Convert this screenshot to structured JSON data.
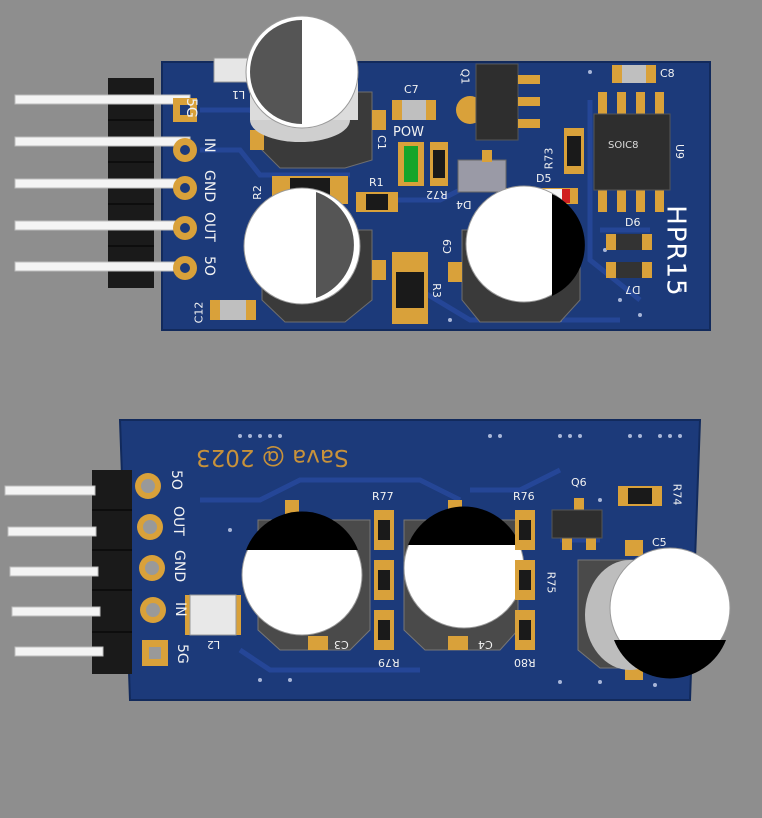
{
  "top_board": {
    "pin_labels": [
      "5G",
      "IN",
      "GND",
      "OUT",
      "5O"
    ],
    "refs": {
      "L1": "L1",
      "C7": "C7",
      "Q1": "Q1",
      "C8": "C8",
      "POW": "POW",
      "C1": "C1",
      "R73": "R73",
      "SOIC8": "SOIC8",
      "U9": "U9",
      "R2": "R2",
      "R1": "R1",
      "R72": "R72",
      "D5": "D5",
      "D4": "D4",
      "C9": "C9",
      "D6": "D6",
      "D7": "D7",
      "R3": "R3",
      "C12": "C12"
    },
    "model": "HPR15"
  },
  "bottom_board": {
    "pin_labels": [
      "5O",
      "OUT",
      "GND",
      "IN",
      "5G"
    ],
    "credit": "Sava @ 2023",
    "refs": {
      "R77": "R77",
      "R76": "R76",
      "Q6": "Q6",
      "R74": "R74",
      "C5": "C5",
      "R75": "R75",
      "L2": "L2",
      "C3": "C3",
      "C4": "C4",
      "R79": "R79",
      "R80": "R80"
    }
  },
  "colors": {
    "pcb": "#1c3a7a",
    "pcb_edge": "#122a5c",
    "pad_gold": "#d9a13a",
    "silkscreen": "#f2f2f2",
    "background": "#8e8e8e"
  }
}
